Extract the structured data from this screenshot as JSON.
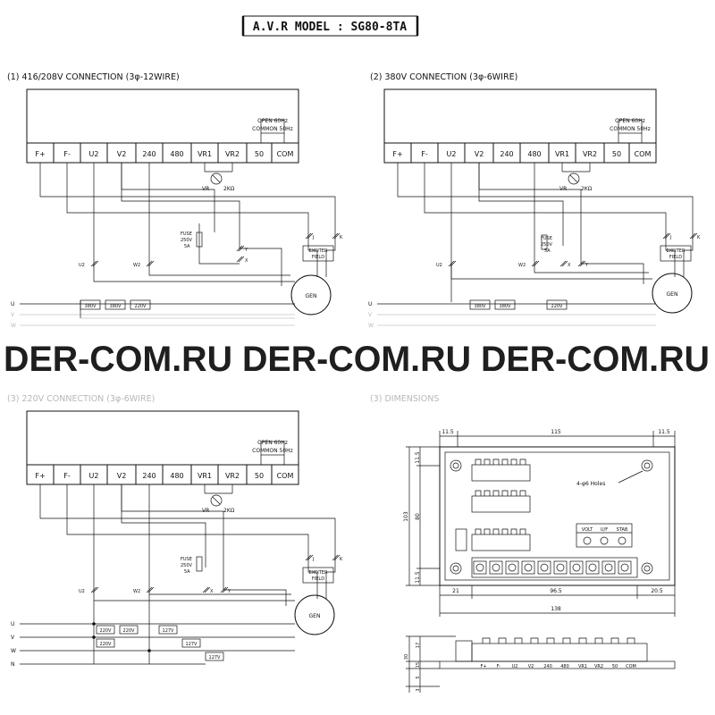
{
  "header": {
    "title": "A.V.R MODEL : SG80-8TA"
  },
  "watermark": "DER-COM.RU DER-COM.RU DER-COM.RU",
  "sections": {
    "s1": "(1) 416/208V CONNECTION (3φ-12WIRE)",
    "s2": "(2) 380V CONNECTION (3φ-6WIRE)",
    "s3": "(3) 220V CONNECTION (3φ-6WIRE)",
    "s4": "(3) DIMENSIONS"
  },
  "avr": {
    "open_label": "OPEN 60Hz",
    "common_label": "COMMON 50Hz",
    "terminals": [
      "F+",
      "F-",
      "U2",
      "V2",
      "240",
      "480",
      "VR1",
      "VR2",
      "50",
      "COM"
    ],
    "vr_label": "VR",
    "vr_value": "2KΩ",
    "fuse": [
      "FUSE",
      "250V",
      "5A"
    ],
    "exciter": [
      "EXCITER",
      "FIELD"
    ],
    "gen_label": "GEN",
    "node_j": "J",
    "node_k": "K",
    "node_x": "X",
    "node_y": "Y",
    "node_u2": "U2",
    "node_w2": "W2"
  },
  "phases": [
    "U",
    "V",
    "W",
    "N"
  ],
  "d1": {
    "boxes": [
      "380V",
      "380V",
      "220V"
    ]
  },
  "d2": {
    "boxes": [
      "380V",
      "380V",
      "220V"
    ]
  },
  "d3": {
    "boxes": [
      "220V",
      "220V",
      "127V",
      "220V",
      "127V",
      "127V"
    ]
  },
  "dimensions": {
    "top": [
      "11.5",
      "115",
      "11.5"
    ],
    "bottom": [
      "21",
      "96.5",
      "20.5"
    ],
    "total_width": "138",
    "left": [
      "11.5",
      "103",
      "80",
      "11.5"
    ],
    "holes": "4-φ6 Holes",
    "panel": [
      "VOLT",
      "U/F",
      "STAB"
    ],
    "side": [
      "30",
      "17",
      "15",
      "5",
      "3"
    ]
  }
}
